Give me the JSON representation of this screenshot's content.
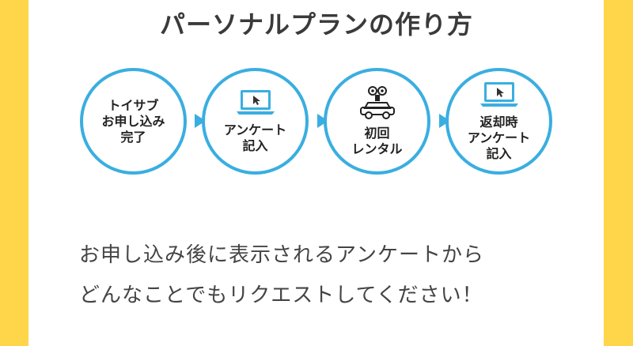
{
  "title": "パーソナルプランの作り方",
  "steps": [
    {
      "label": "トイサブ\nお申し込み\n完了",
      "icon": "none"
    },
    {
      "label": "アンケート\n記入",
      "icon": "laptop-icon"
    },
    {
      "label": "初回\nレンタル",
      "icon": "toy-car-robot-icon"
    },
    {
      "label": "返却時\nアンケート\n記入",
      "icon": "laptop-icon"
    }
  ],
  "description": {
    "line1": "お申し込み後に表示されるアンケートから",
    "line2": "どんなことでもリクエストしてください！"
  },
  "colors": {
    "accent": "#3aaee0",
    "border": "#ffd54a",
    "text": "#444444"
  }
}
